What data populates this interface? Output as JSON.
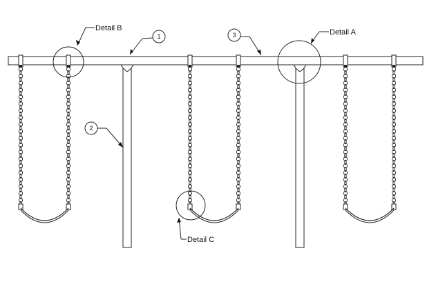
{
  "labels": {
    "detail_a": "Detail A",
    "detail_b": "Detail B",
    "detail_c": "Detail C"
  },
  "balloons": {
    "one": "1",
    "two": "2",
    "three": "3"
  }
}
